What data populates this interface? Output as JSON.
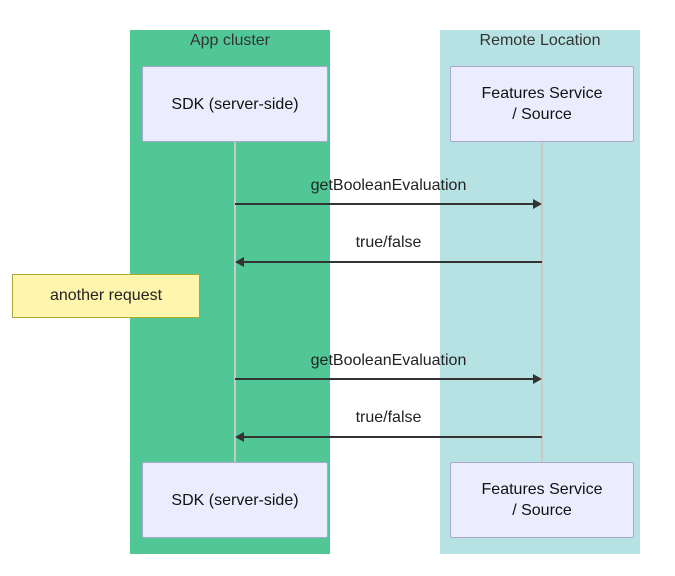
{
  "diagram": {
    "type": "sequence-diagram",
    "clusters": [
      {
        "label": "App cluster",
        "color": "#52C796"
      },
      {
        "label": "Remote Location",
        "color": "#B7E2E3"
      }
    ],
    "participants": {
      "sdk_top": {
        "label": "SDK (server-side)"
      },
      "features_top": {
        "lines": [
          "Features Service",
          "/ Source"
        ]
      },
      "sdk_bottom": {
        "label": "SDK (server-side)"
      },
      "features_bottom": {
        "lines": [
          "Features Service",
          "/ Source"
        ]
      }
    },
    "messages": [
      {
        "label": "getBooleanEvaluation",
        "direction": "right",
        "from": "SDK (server-side)",
        "to": "Features Service / Source"
      },
      {
        "label": "true/false",
        "direction": "left",
        "from": "Features Service / Source",
        "to": "SDK (server-side)"
      },
      {
        "label": "getBooleanEvaluation",
        "direction": "right",
        "from": "SDK (server-side)",
        "to": "Features Service / Source"
      },
      {
        "label": "true/false",
        "direction": "left",
        "from": "Features Service / Source",
        "to": "SDK (server-side)"
      }
    ],
    "note": {
      "label": "another request"
    },
    "colors": {
      "app_cluster": "#52C796",
      "remote_cluster": "#B7E2E3",
      "participant_fill": "#ECECFF",
      "participant_border": "#A9A9CE",
      "note_fill": "#FFF5AD",
      "note_border": "#AAAA33",
      "arrow": "#333333",
      "lifeline": "#C9C9C9"
    }
  }
}
